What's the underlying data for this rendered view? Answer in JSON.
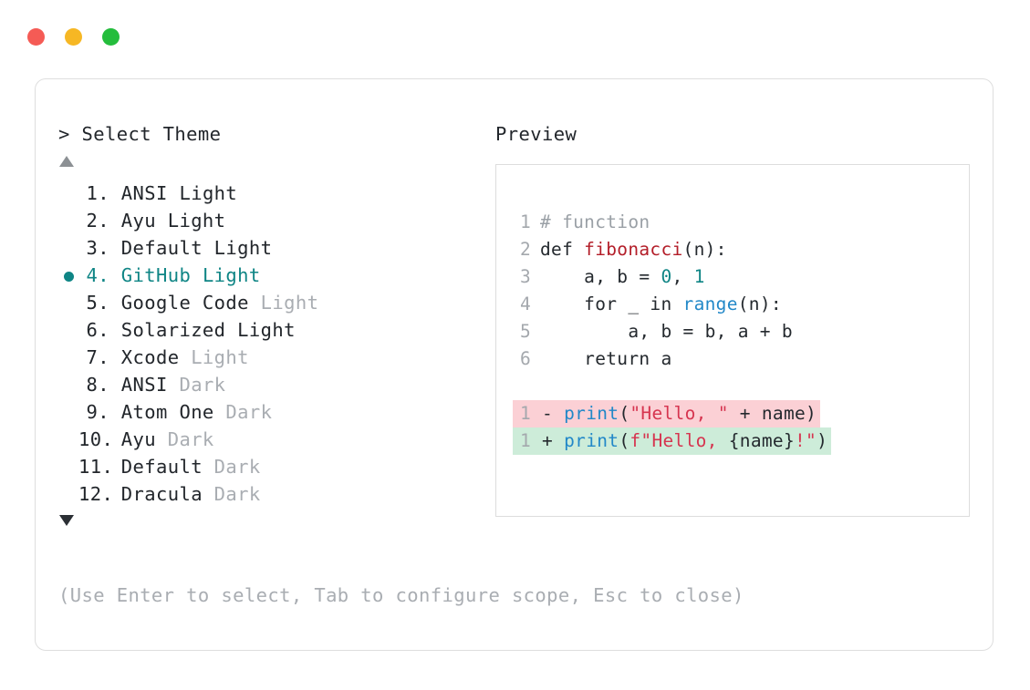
{
  "window": {
    "dots": [
      {
        "name": "close-dot",
        "color": "#f55b55"
      },
      {
        "name": "minimize-dot",
        "color": "#f6b724"
      },
      {
        "name": "maximize-dot",
        "color": "#24bd3c"
      }
    ]
  },
  "prompt": {
    "title": "> Select Theme",
    "scroll_up": "▲",
    "scroll_down": "▼",
    "hint": "(Use Enter to select, Tab to configure scope, Esc to close)"
  },
  "themes": [
    {
      "num": "1.",
      "name": "ANSI",
      "tag": "Light",
      "tag_muted": false,
      "selected": false
    },
    {
      "num": "2.",
      "name": "Ayu",
      "tag": "Light",
      "tag_muted": false,
      "selected": false
    },
    {
      "num": "3.",
      "name": "Default",
      "tag": "Light",
      "tag_muted": false,
      "selected": false
    },
    {
      "num": "4.",
      "name": "GitHub",
      "tag": "Light",
      "tag_muted": false,
      "selected": true
    },
    {
      "num": "5.",
      "name": "Google Code",
      "tag": "Light",
      "tag_muted": true,
      "selected": false
    },
    {
      "num": "6.",
      "name": "Solarized",
      "tag": "Light",
      "tag_muted": false,
      "selected": false
    },
    {
      "num": "7.",
      "name": "Xcode",
      "tag": "Light",
      "tag_muted": true,
      "selected": false
    },
    {
      "num": "8.",
      "name": "ANSI",
      "tag": "Dark",
      "tag_muted": true,
      "selected": false
    },
    {
      "num": "9.",
      "name": "Atom One",
      "tag": "Dark",
      "tag_muted": true,
      "selected": false
    },
    {
      "num": "10.",
      "name": "Ayu",
      "tag": "Dark",
      "tag_muted": true,
      "selected": false
    },
    {
      "num": "11.",
      "name": "Default",
      "tag": "Dark",
      "tag_muted": true,
      "selected": false
    },
    {
      "num": "12.",
      "name": "Dracula",
      "tag": "Dark",
      "tag_muted": true,
      "selected": false
    }
  ],
  "preview": {
    "title": "Preview",
    "code_lines": [
      {
        "ln": "1",
        "tokens": [
          {
            "t": "# function",
            "c": "comment"
          }
        ]
      },
      {
        "ln": "2",
        "tokens": [
          {
            "t": "def ",
            "c": "kw"
          },
          {
            "t": "fibonacci",
            "c": "fn"
          },
          {
            "t": "(n):",
            "c": "plain"
          }
        ]
      },
      {
        "ln": "3",
        "tokens": [
          {
            "t": "    a, b = ",
            "c": "plain"
          },
          {
            "t": "0",
            "c": "num"
          },
          {
            "t": ", ",
            "c": "plain"
          },
          {
            "t": "1",
            "c": "num"
          }
        ]
      },
      {
        "ln": "4",
        "tokens": [
          {
            "t": "    for _ in ",
            "c": "plain"
          },
          {
            "t": "range",
            "c": "builtin"
          },
          {
            "t": "(n):",
            "c": "plain"
          }
        ]
      },
      {
        "ln": "5",
        "tokens": [
          {
            "t": "        a, b = b, a + b",
            "c": "plain"
          }
        ]
      },
      {
        "ln": "6",
        "tokens": [
          {
            "t": "    return a",
            "c": "plain"
          }
        ]
      }
    ],
    "diff_lines": [
      {
        "ln": "1",
        "kind": "del",
        "marker": " - ",
        "tokens": [
          {
            "t": "print",
            "c": "call"
          },
          {
            "t": "(",
            "c": "plain"
          },
          {
            "t": "\"Hello, \"",
            "c": "str"
          },
          {
            "t": " + name)",
            "c": "plain"
          }
        ]
      },
      {
        "ln": "1",
        "kind": "add",
        "marker": " + ",
        "tokens": [
          {
            "t": "print",
            "c": "call"
          },
          {
            "t": "(",
            "c": "plain"
          },
          {
            "t": "f\"Hello, ",
            "c": "str"
          },
          {
            "t": "{name}",
            "c": "plain"
          },
          {
            "t": "!\"",
            "c": "str"
          },
          {
            "t": ")",
            "c": "plain"
          }
        ]
      }
    ]
  },
  "colors": {
    "accent_teal": "#0f8585",
    "diff_removed_bg": "#fbd0d5",
    "diff_added_bg": "#cdecd9",
    "muted_text": "#a9adb2",
    "border": "#dedede"
  }
}
